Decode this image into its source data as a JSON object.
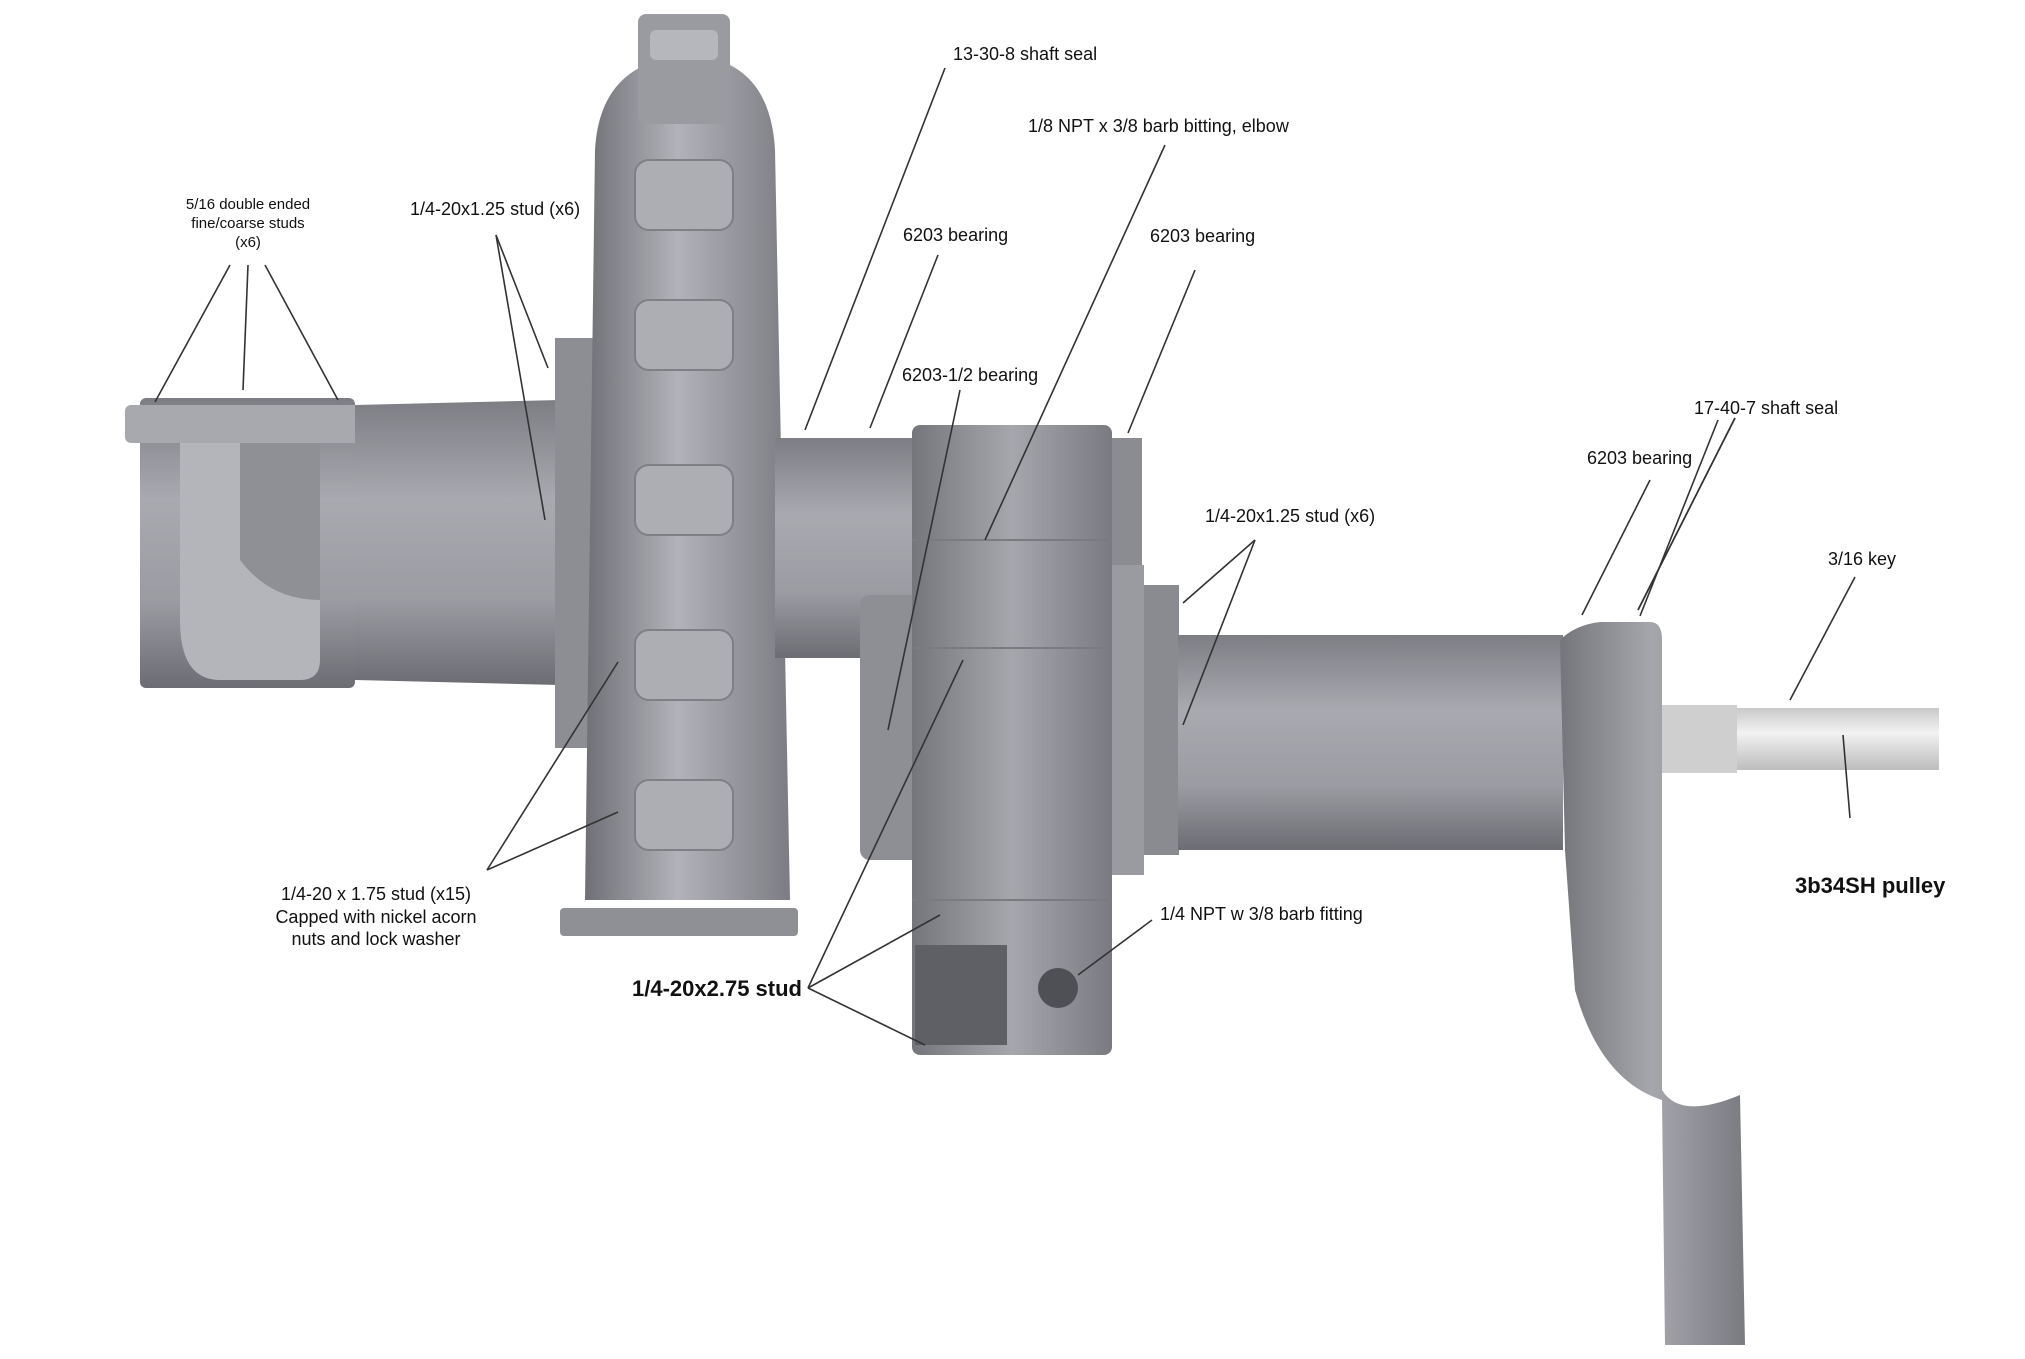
{
  "diagram": {
    "colors": {
      "background": "#ffffff",
      "metal_light": "#a7a7ae",
      "metal_mid": "#8c8c93",
      "metal_dark": "#6e6e75",
      "shaft": "#d9d9d9",
      "leader": "#333333",
      "text": "#111111"
    },
    "labels": {
      "studs_double": "5/16 double ended\nfine/coarse studs\n(x6)",
      "stud_top_left": "1/4-20x1.25 stud (x6)",
      "seal_13": "13-30-8 shaft seal",
      "fitting_elbow": "1/8 NPT x 3/8 barb bitting, elbow",
      "bearing_a": "6203 bearing",
      "bearing_b": "6203 bearing",
      "bearing_half": "6203-1/2 bearing",
      "seal_17": "17-40-7 shaft seal",
      "bearing_c": "6203 bearing",
      "stud_mid": "1/4-20x1.25 stud (x6)",
      "key": "3/16 key",
      "pulley": "3b34SH pulley",
      "stud_long": "1/4-20 x 1.75 stud (x15)\nCapped with nickel acorn\nnuts and lock washer",
      "stud_275": "1/4-20x2.75 stud",
      "fitting_barb": "1/4 NPT w 3/8 barb fitting"
    }
  }
}
